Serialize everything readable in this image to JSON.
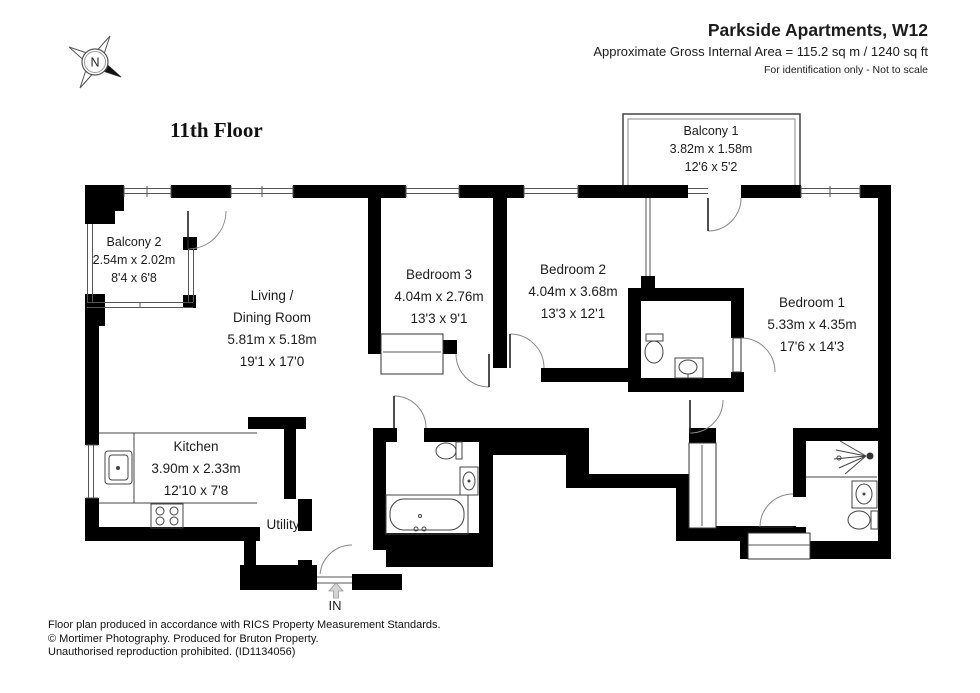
{
  "header": {
    "title": "Parkside Apartments, W12",
    "area_line": "Approximate Gross Internal Area = 115.2 sq m / 1240 sq ft",
    "disclaimer": "For identification only - Not to scale"
  },
  "floor_label": "11th Floor",
  "compass": {
    "label": "N"
  },
  "entrance_label": "IN",
  "rooms": [
    {
      "id": "balcony-1",
      "name": "Balcony 1",
      "metric": "3.82m x 1.58m",
      "imperial": "12'6 x 5'2"
    },
    {
      "id": "balcony-2",
      "name": "Balcony 2",
      "metric": "2.54m x 2.02m",
      "imperial": "8'4 x 6'8"
    },
    {
      "id": "living-dining",
      "name": "Living /",
      "name2": "Dining Room",
      "metric": "5.81m x 5.18m",
      "imperial": "19'1 x 17'0"
    },
    {
      "id": "bedroom-3",
      "name": "Bedroom 3",
      "metric": "4.04m x 2.76m",
      "imperial": "13'3 x 9'1"
    },
    {
      "id": "bedroom-2",
      "name": "Bedroom 2",
      "metric": "4.04m x 3.68m",
      "imperial": "13'3 x 12'1"
    },
    {
      "id": "bedroom-1",
      "name": "Bedroom 1",
      "metric": "5.33m x 4.35m",
      "imperial": "17'6 x 14'3"
    },
    {
      "id": "kitchen",
      "name": "Kitchen",
      "metric": "3.90m x 2.33m",
      "imperial": "12'10 x 7'8"
    },
    {
      "id": "utility",
      "name": "Utility"
    }
  ],
  "footer": {
    "line1": "Floor plan produced in accordance with RICS Property Measurement Standards.",
    "line2": "© Mortimer Photography. Produced for Bruton Property.",
    "line3": "Unauthorised reproduction prohibited. (ID1134056)"
  },
  "colors": {
    "wall": "#000000",
    "line": "#555555",
    "text": "#1c1c1c"
  }
}
